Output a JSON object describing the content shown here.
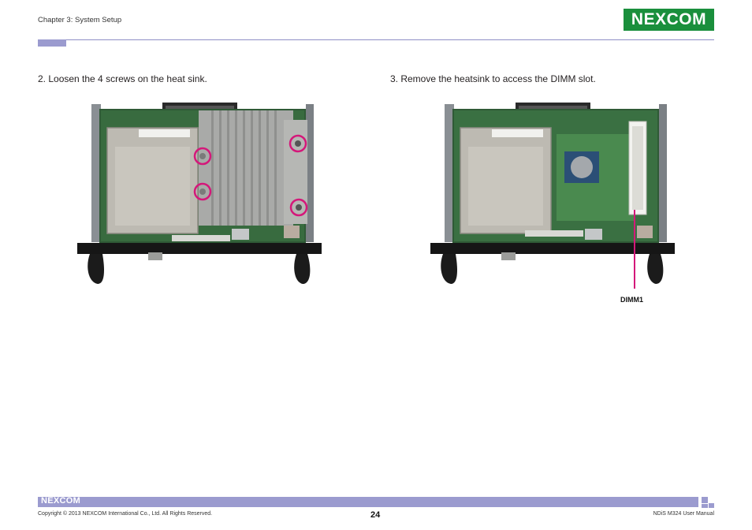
{
  "header": {
    "chapter": "Chapter 3: System Setup",
    "logo_text": "NEXCOM"
  },
  "steps": {
    "step2": "2. Loosen the 4 screws on the heat sink.",
    "step3": "3. Remove the heatsink to access the DIMM slot."
  },
  "callouts": {
    "dimm": "DIMM1"
  },
  "footer": {
    "logo_text": "NEXCOM",
    "copyright": "Copyright © 2013 NEXCOM International Co., Ltd. All Rights Reserved.",
    "page_number": "24",
    "manual_name": "NDiS M324 User Manual"
  },
  "colors": {
    "brand_green": "#1a8f3c",
    "accent_purple": "#9b9bcf",
    "callout_magenta": "#d4187a"
  }
}
